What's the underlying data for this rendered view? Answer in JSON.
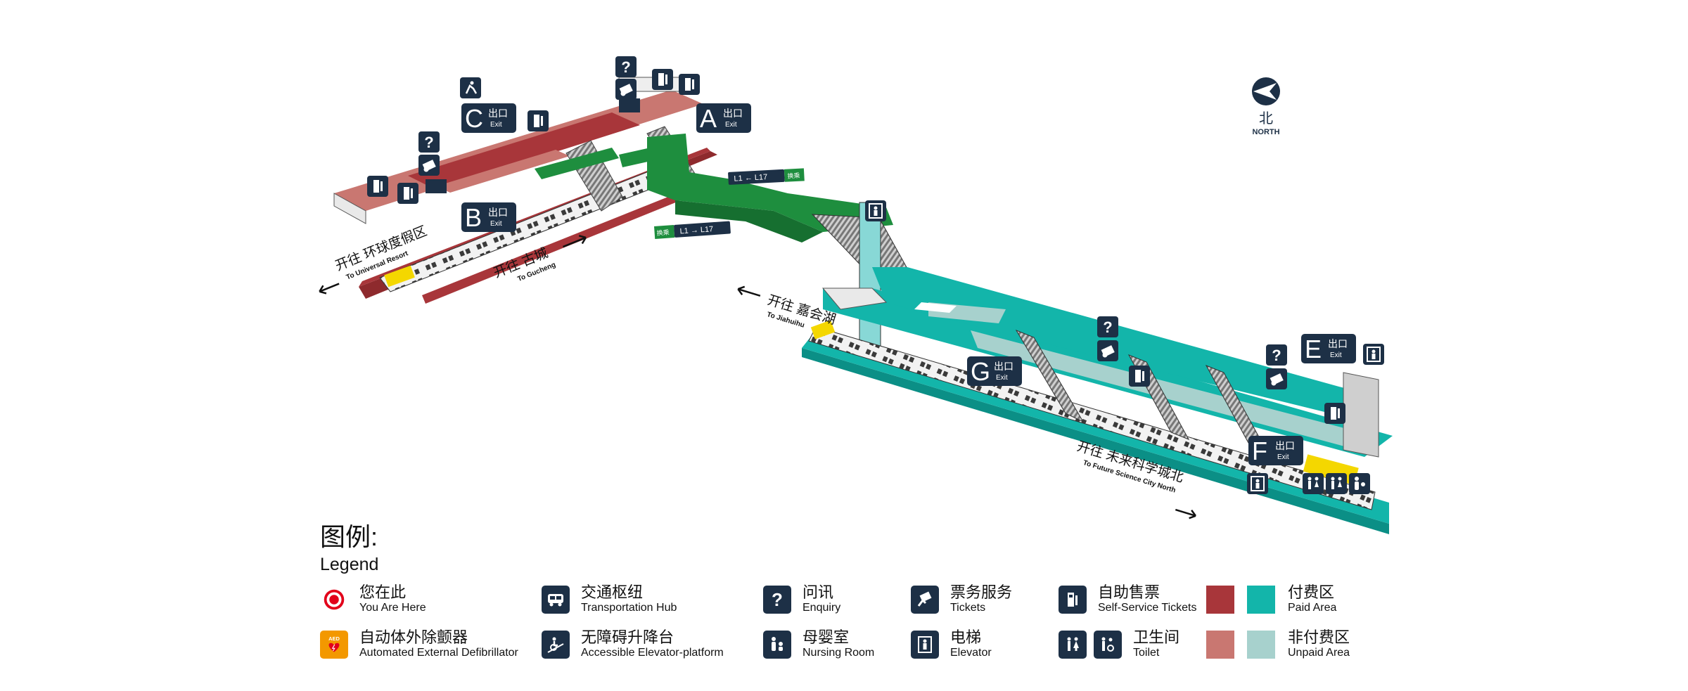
{
  "compass": {
    "cn": "北",
    "en": "NORTH"
  },
  "exits": [
    {
      "letter": "C",
      "cn": "出口",
      "en": "Exit"
    },
    {
      "letter": "A",
      "cn": "出口",
      "en": "Exit"
    },
    {
      "letter": "B",
      "cn": "出口",
      "en": "Exit"
    },
    {
      "letter": "G",
      "cn": "出口",
      "en": "Exit"
    },
    {
      "letter": "E",
      "cn": "出口",
      "en": "Exit"
    },
    {
      "letter": "F",
      "cn": "出口",
      "en": "Exit"
    }
  ],
  "directions": [
    {
      "cn": "开往 环球度假区",
      "en": "To Universal Resort"
    },
    {
      "cn": "开往 古城",
      "en": "To Gucheng"
    },
    {
      "cn": "开往 嘉会湖",
      "en": "To Jiahuihu"
    },
    {
      "cn": "开往 未来科学城北",
      "en": "To Future Science City North"
    }
  ],
  "transfer_signs": [
    {
      "text": "L1 ← L17",
      "tag": "换乘"
    },
    {
      "text": "L1 → L17",
      "tag": "换乘"
    }
  ],
  "legend": {
    "title": "图例:",
    "subtitle": "Legend",
    "items": [
      {
        "icon": "you-are-here-icon",
        "cn": "您在此",
        "en": "You Are Here"
      },
      {
        "icon": "aed-icon",
        "cn": "自动体外除颤器",
        "en": "Automated External Defibrillator",
        "badge": "AED"
      },
      {
        "icon": "transportation-hub-icon",
        "cn": "交通枢纽",
        "en": "Transportation Hub"
      },
      {
        "icon": "accessible-platform-icon",
        "cn": "无障碍升降台",
        "en": "Accessible Elevator-platform"
      },
      {
        "icon": "enquiry-icon",
        "cn": "问讯",
        "en": "Enquiry"
      },
      {
        "icon": "nursing-room-icon",
        "cn": "母婴室",
        "en": "Nursing Room"
      },
      {
        "icon": "tickets-icon",
        "cn": "票务服务",
        "en": "Tickets"
      },
      {
        "icon": "elevator-icon",
        "cn": "电梯",
        "en": "Elevator"
      },
      {
        "icon": "self-service-tickets-icon",
        "cn": "自助售票",
        "en": "Self-Service Tickets"
      },
      {
        "icon": "toilet-icon",
        "cn": "卫生间",
        "en": "Toilet"
      },
      {
        "icon": "paid-area-swatches",
        "cn": "付费区",
        "en": "Paid Area"
      },
      {
        "icon": "unpaid-area-swatches",
        "cn": "非付费区",
        "en": "Unpaid Area"
      }
    ]
  },
  "colors": {
    "icon_bg": "#1d3046",
    "l1_paid": "#a8363a",
    "l1_unpaid": "#c97771",
    "l17_paid": "#13b5aa",
    "l17_unpaid": "#a7d1cd",
    "transfer": "#1e8e3e",
    "you_are_here": "#e2001a",
    "aed": "#f39800"
  }
}
